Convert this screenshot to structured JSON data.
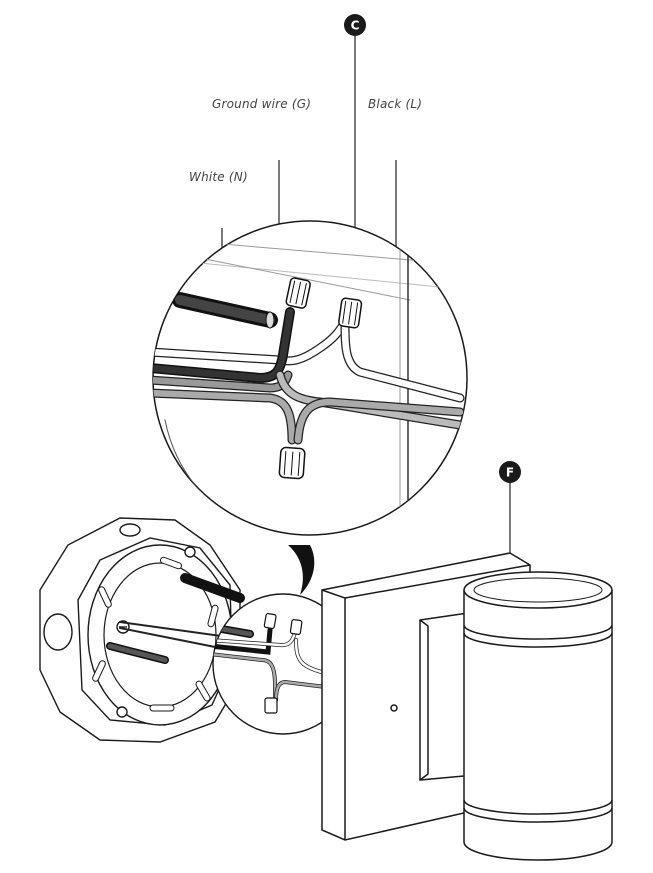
{
  "diagram": {
    "labels": {
      "ground": "Ground wire (G)",
      "black": "Black (L)",
      "white": "White (N)"
    },
    "badges": {
      "connector": "C",
      "fixture": "F"
    },
    "colors": {
      "line": "#1a1a1a",
      "badge": "#1a1a1a",
      "label": "#444444"
    }
  }
}
